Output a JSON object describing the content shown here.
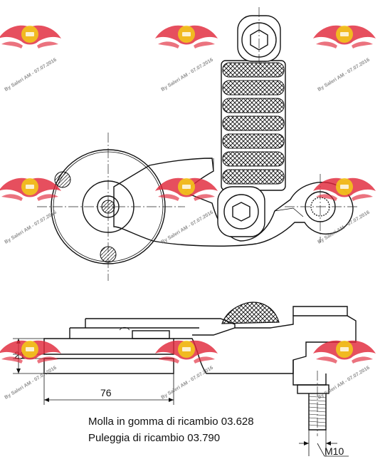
{
  "captions": {
    "spare_spring": "Molla in gomma di ricambio 03.628",
    "spare_pulley": "Puleggia di ricambio 03.790"
  },
  "dimensions": {
    "height": "21",
    "width": "76",
    "thread": "M10"
  },
  "watermark": {
    "text": "By Saleri AM - 07.07.2016",
    "logo_color": "#e0283a",
    "badge_color": "#f2c51b"
  }
}
